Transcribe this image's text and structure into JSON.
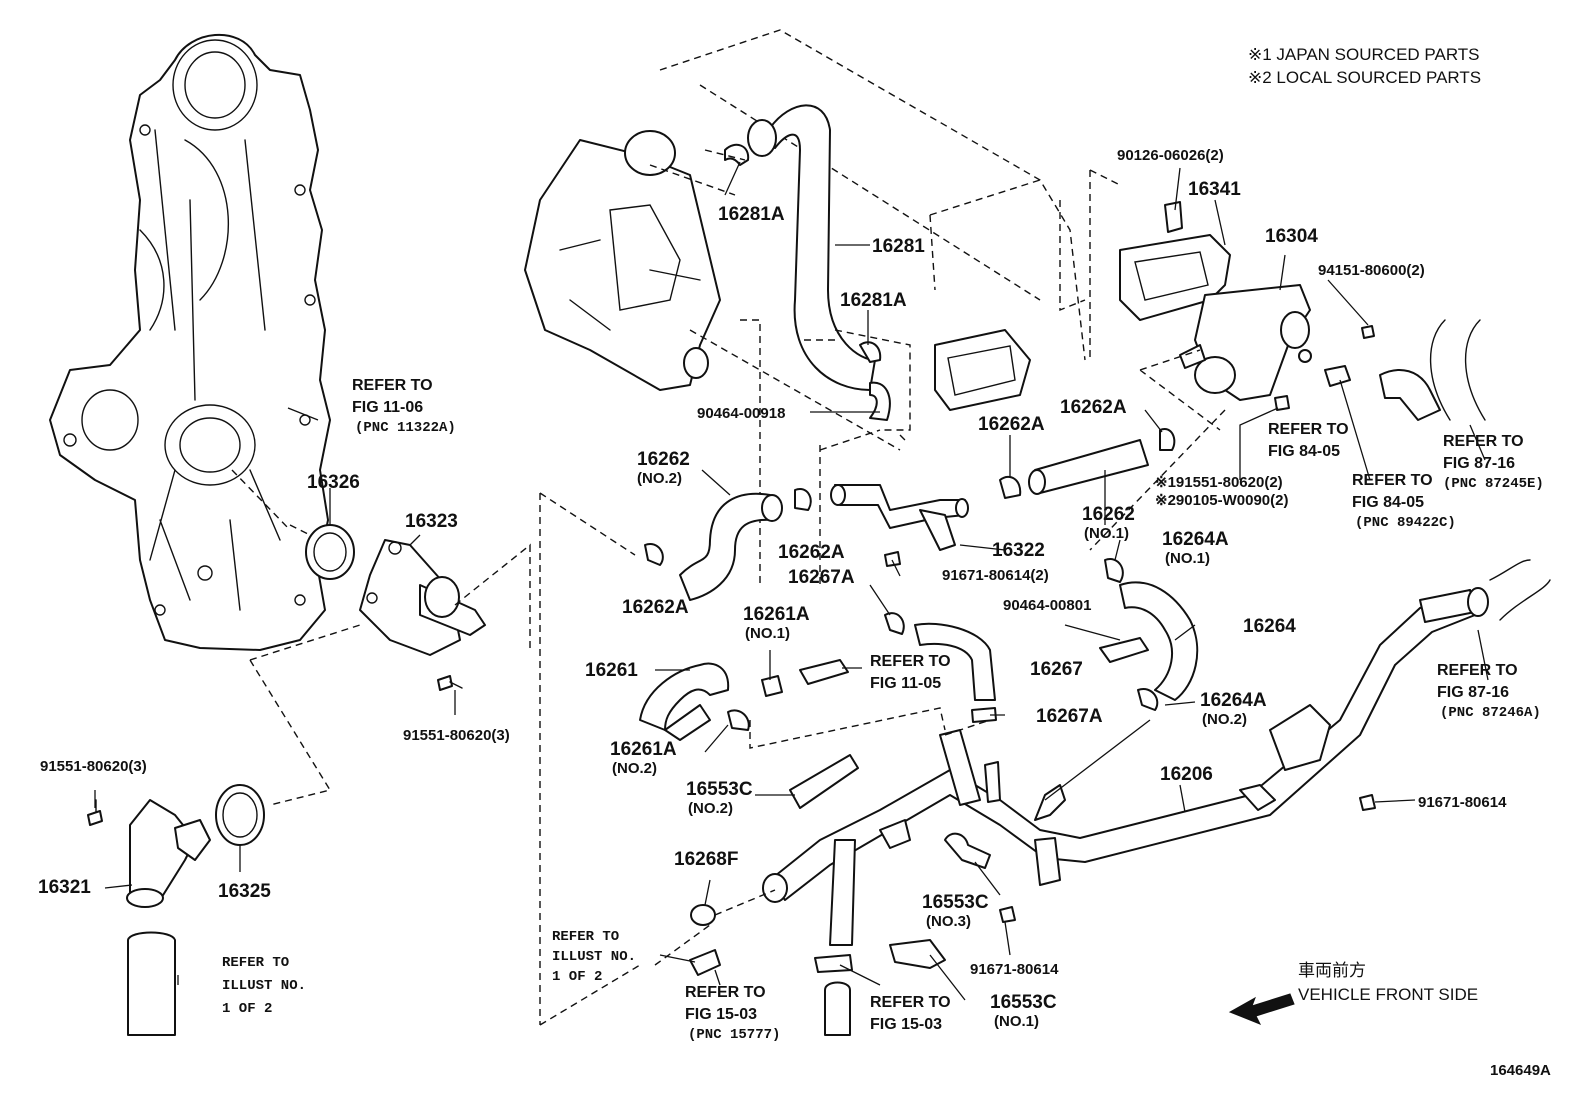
{
  "notes": {
    "line1": "※1 JAPAN SOURCED PARTS",
    "line2": "※2 LOCAL SOURCED PARTS"
  },
  "parts": {
    "p90126": "90126-06026(2)",
    "p16341": "16341",
    "p16304": "16304",
    "p94151": "94151-80600(2)",
    "p16281A_top": "16281A",
    "p16281": "16281",
    "p16281A_mid": "16281A",
    "p90464_00918": "90464-00918",
    "p16262A_a": "16262A",
    "p16262A_b": "16262A",
    "p16262_no1": "16262",
    "p16262_no1_sub": "(NO.1)",
    "p16262_no2": "16262",
    "p16262_no2_sub": "(NO.2)",
    "p16262A_c": "16262A",
    "p16262A_d": "16262A",
    "p16322": "16322",
    "p91671_2": "91671-80614(2)",
    "p16267A_a": "16267A",
    "p16264A_no1": "16264A",
    "p16264A_no1_sub": "(NO.1)",
    "p90464_00801": "90464-00801",
    "p16264": "16264",
    "p16267": "16267",
    "p16267A_b": "16267A",
    "p16264A_no2": "16264A",
    "p16264A_no2_sub": "(NO.2)",
    "p16261A_no1": "16261A",
    "p16261A_no1_sub": "(NO.1)",
    "p16261": "16261",
    "p16261A_no2": "16261A",
    "p16261A_no2_sub": "(NO.2)",
    "p16553C_no2": "16553C",
    "p16553C_no2_sub": "(NO.2)",
    "p16206": "16206",
    "p91671_right": "91671-80614",
    "p16268F": "16268F",
    "p16553C_no3": "16553C",
    "p16553C_no3_sub": "(NO.3)",
    "p91671_bottom": "91671-80614",
    "p16553C_no1": "16553C",
    "p16553C_no1_sub": "(NO.1)",
    "p16326": "16326",
    "p16323": "16323",
    "p91551_3a": "91551-80620(3)",
    "p91551_3b": "91551-80620(3)",
    "p16321": "16321",
    "p16325": "16325",
    "p191551": "※191551-80620(2)",
    "p290105": "※290105-W0090(2)"
  },
  "refs": {
    "fig1106": [
      "REFER TO",
      "FIG 11-06",
      "(PNC 11322A)"
    ],
    "fig8405a": [
      "REFER TO",
      "FIG 84-05"
    ],
    "fig8405b": [
      "REFER TO",
      "FIG 84-05",
      "(PNC 89422C)"
    ],
    "fig8716a": [
      "REFER TO",
      "FIG 87-16",
      "(PNC 87245E)"
    ],
    "fig8716b": [
      "REFER TO",
      "FIG 87-16",
      "(PNC 87246A)"
    ],
    "fig1105": [
      "REFER TO",
      "FIG 11-05"
    ],
    "illust_left": [
      "REFER TO",
      "ILLUST NO.",
      "1 OF 2"
    ],
    "illust_mid": [
      "REFER TO",
      "ILLUST NO.",
      "1 OF 2"
    ],
    "fig1503a": [
      "REFER TO",
      "FIG 15-03",
      "(PNC 15777)"
    ],
    "fig1503b": [
      "REFER TO",
      "FIG 15-03"
    ]
  },
  "direction": {
    "jp": "車両前方",
    "en": "VEHICLE FRONT SIDE"
  },
  "illustration_id": "164649A",
  "icons": {
    "direction_arrow": "arrow-left-icon"
  }
}
